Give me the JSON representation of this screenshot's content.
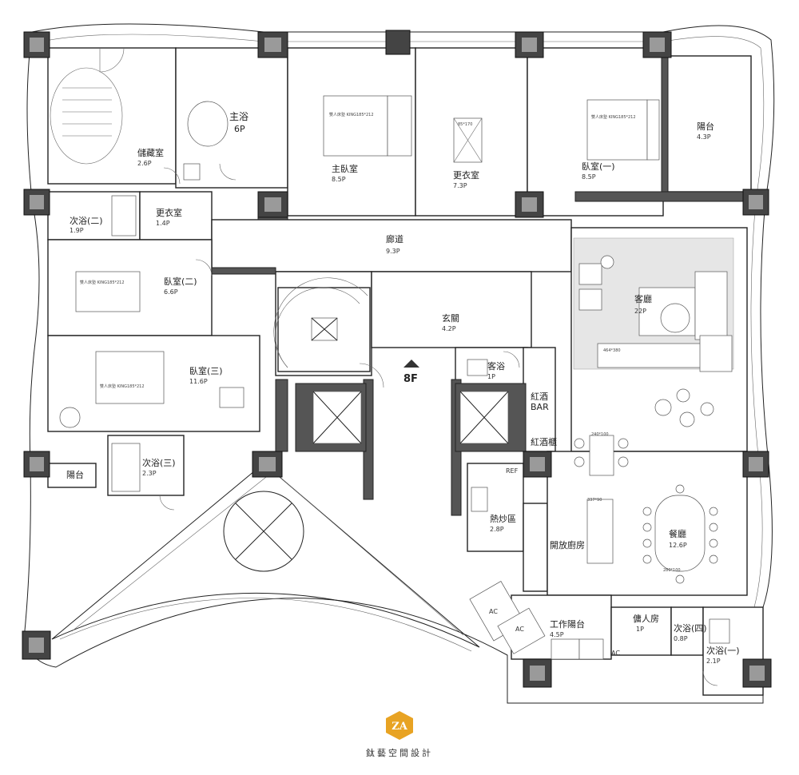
{
  "floor_label": "8F",
  "rooms": {
    "storage": {
      "name": "儲藏室",
      "area": "2.6P"
    },
    "master_bath": {
      "name": "主浴",
      "area": "6P"
    },
    "master_bed": {
      "name": "主臥室",
      "area": "8.5P"
    },
    "walkin_closet": {
      "name": "更衣室",
      "area": "7.3P"
    },
    "bed1": {
      "name": "臥室(一)",
      "area": "8.5P"
    },
    "balcony_ne": {
      "name": "陽台",
      "area": "4.3P"
    },
    "bath2": {
      "name": "次浴(二)",
      "area": "1.9P"
    },
    "closet2": {
      "name": "更衣室",
      "area": "1.4P"
    },
    "corridor": {
      "name": "廊道",
      "area": "9.3P"
    },
    "bed2": {
      "name": "臥室(二)",
      "area": "6.6P"
    },
    "living": {
      "name": "客廳",
      "area": "22P"
    },
    "foyer": {
      "name": "玄關",
      "area": "4.2P"
    },
    "guest_bath": {
      "name": "客浴",
      "area": "1P"
    },
    "bed3": {
      "name": "臥室(三)",
      "area": "11.6P"
    },
    "wine_bar_line1": "紅酒",
    "wine_bar_line2": "BAR",
    "wine_cabinet": "紅酒櫃",
    "bath3": {
      "name": "次浴(三)",
      "area": "2.3P"
    },
    "balcony_w": {
      "name": "陽台"
    },
    "hot_kitchen": {
      "name": "熱炒區",
      "area": "2.8P"
    },
    "open_kitchen": {
      "name": "開放廚房"
    },
    "dining": {
      "name": "餐廳",
      "area": "12.6P"
    },
    "service_balcony": {
      "name": "工作陽台",
      "area": "4.5P"
    },
    "maid_room": {
      "name": "傭人房",
      "area": "1P"
    },
    "bath4": {
      "name": "次浴(四)",
      "area": "0.8P"
    },
    "bath1": {
      "name": "次浴(一)",
      "area": "2.1P"
    }
  },
  "fixtures": {
    "ac1": "AC",
    "ac2": "AC",
    "ac3": "AC",
    "ref": "REF",
    "sofa_size": "464*380",
    "dining_island": "240*100",
    "dining_table": "280*100",
    "kitchen_island": "337*90",
    "island_size": "85*170",
    "bed_master": "雙人床墊 KING185*212",
    "bed_1": "雙人床墊 KING185*212",
    "bed_2": "雙人床墊 KING185*212",
    "bed_3": "雙人床墊 KING185*212"
  },
  "brand": {
    "logo_text": "ZA",
    "name": "鈦藝空間設計",
    "logo_color": "#e8a323"
  }
}
